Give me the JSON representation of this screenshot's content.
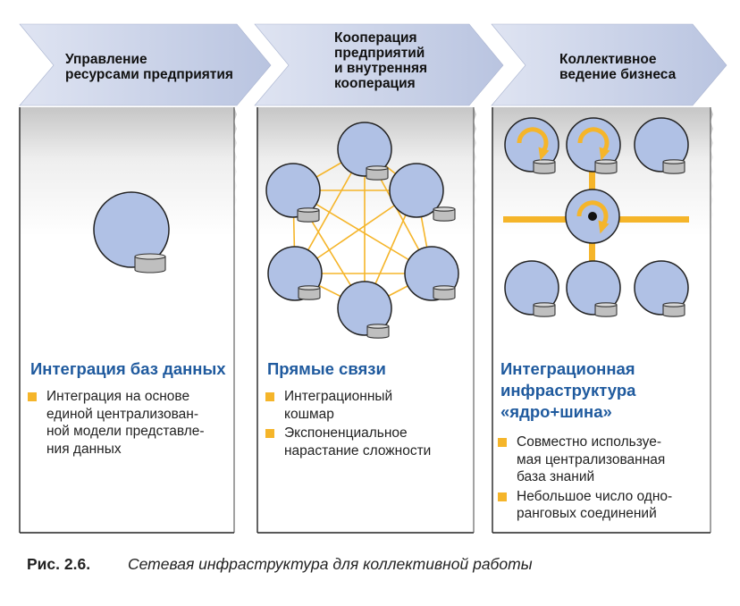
{
  "columns": [
    {
      "header": "Управление\nресурсами предприятия",
      "title": "Интеграция баз данных",
      "bullets": [
        "Интеграция на основе\nединой централизован-\nной модели представле-\nния данных"
      ]
    },
    {
      "header": "Кооперация\nпредприятий\nи внутренняя\nкооперация",
      "title": "Прямые связи",
      "bullets": [
        "Интеграционный\nкошмар",
        "Экспоненциальное\nнарастание сложности"
      ]
    },
    {
      "header": "Коллективное\nведение бизнеса",
      "title": "Интеграционная\nинфраструктура\n«ядро+шина»",
      "bullets": [
        "Совместно используе-\nмая централизованная\nбаза знаний",
        "Небольшое число одно-\nранговых соединений"
      ]
    }
  ],
  "caption": {
    "number": "Рис. 2.6.",
    "text": "Сетевая инфраструктура для коллективной работы"
  },
  "colors": {
    "arrow": "#c7d0e6",
    "node_fill": "#b0c1e5",
    "database": "#bfbfbf",
    "link": "#f5b52a",
    "title": "#1f5a9e",
    "bullet": "#f5b52a"
  }
}
